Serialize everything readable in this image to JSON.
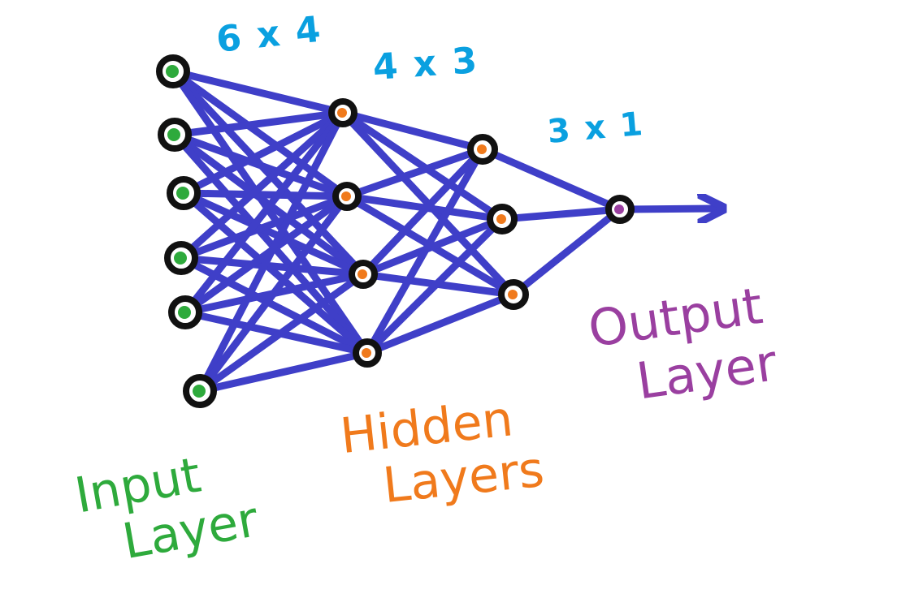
{
  "shape_labels": {
    "w1": "6 x 4",
    "w2": "4 x 3",
    "w3": "3 x 1"
  },
  "layer_labels": {
    "input": [
      "Input",
      "Layer"
    ],
    "hidden": [
      "Hidden",
      "Layers"
    ],
    "output": [
      "Output",
      "Layer"
    ]
  },
  "layers": [
    {
      "name": "input",
      "size": 6
    },
    {
      "name": "hidden_1",
      "size": 4
    },
    {
      "name": "hidden_2",
      "size": 3
    },
    {
      "name": "output",
      "size": 1
    }
  ],
  "colors": {
    "edge": "#3f3fc8",
    "node_outline": "#111111",
    "input_fill": "#2eaa3c",
    "hidden_fill": "#f07a1c",
    "output_fill": "#9a3fa0",
    "shape_label": "#0aa0e0",
    "input_label": "#2eaa3c",
    "hidden_label": "#f07a1c",
    "output_label": "#9a3fa0"
  },
  "output_arrow": true
}
